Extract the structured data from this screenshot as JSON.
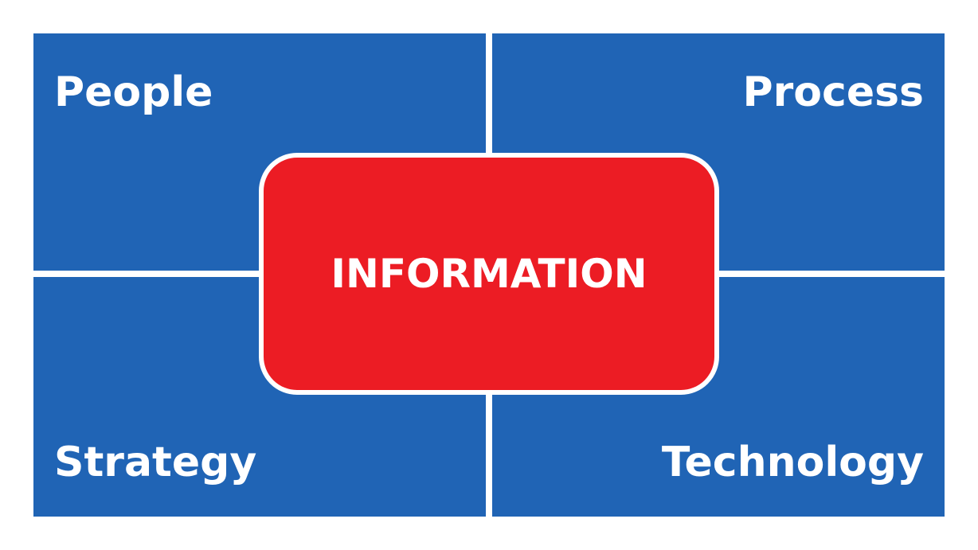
{
  "diagram": {
    "quadrants": {
      "top_left": "People",
      "top_right": "Process",
      "bottom_left": "Strategy",
      "bottom_right": "Technology"
    },
    "center": "INFORMATION"
  },
  "colors": {
    "quadrant_fill": "#2064b5",
    "center_fill": "#ec1c24",
    "text": "#ffffff",
    "background": "#ffffff"
  }
}
